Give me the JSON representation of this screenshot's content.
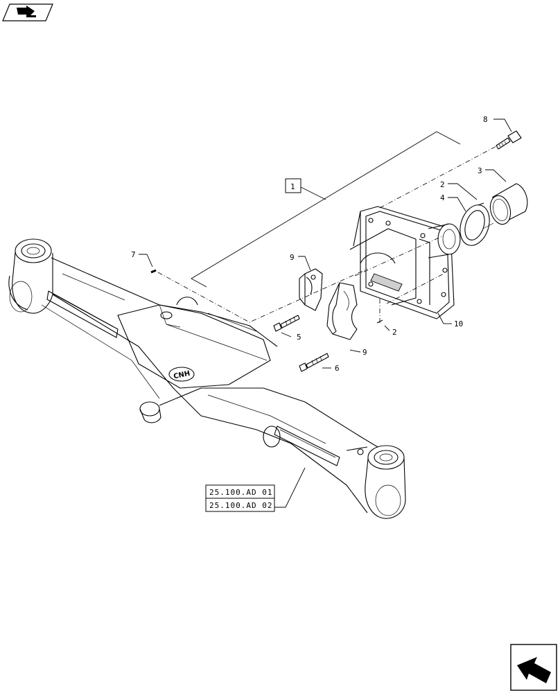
{
  "callouts": [
    {
      "id": "c1",
      "label": "1"
    },
    {
      "id": "c2a",
      "label": "2"
    },
    {
      "id": "c2b",
      "label": "2"
    },
    {
      "id": "c3",
      "label": "3"
    },
    {
      "id": "c4",
      "label": "4"
    },
    {
      "id": "c5",
      "label": "5"
    },
    {
      "id": "c6",
      "label": "6"
    },
    {
      "id": "c7",
      "label": "7"
    },
    {
      "id": "c8",
      "label": "8"
    },
    {
      "id": "c9a",
      "label": "9"
    },
    {
      "id": "c9b",
      "label": "9"
    },
    {
      "id": "c10",
      "label": "10"
    }
  ],
  "references": [
    "25.100.AD 01",
    "25.100.AD 02"
  ],
  "icons": {
    "top_left": "return-arrow-icon",
    "bottom_right": "next-page-arrow-icon"
  }
}
